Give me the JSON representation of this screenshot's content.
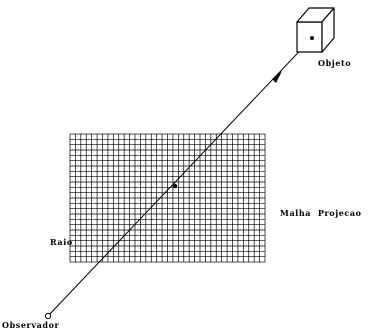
{
  "labels": {
    "object": "Objeto",
    "grid": "Malha  Projecao",
    "ray": "Raio",
    "observer": "Observador"
  },
  "colors": {
    "ink": "#000000",
    "background": "#ffffff"
  }
}
